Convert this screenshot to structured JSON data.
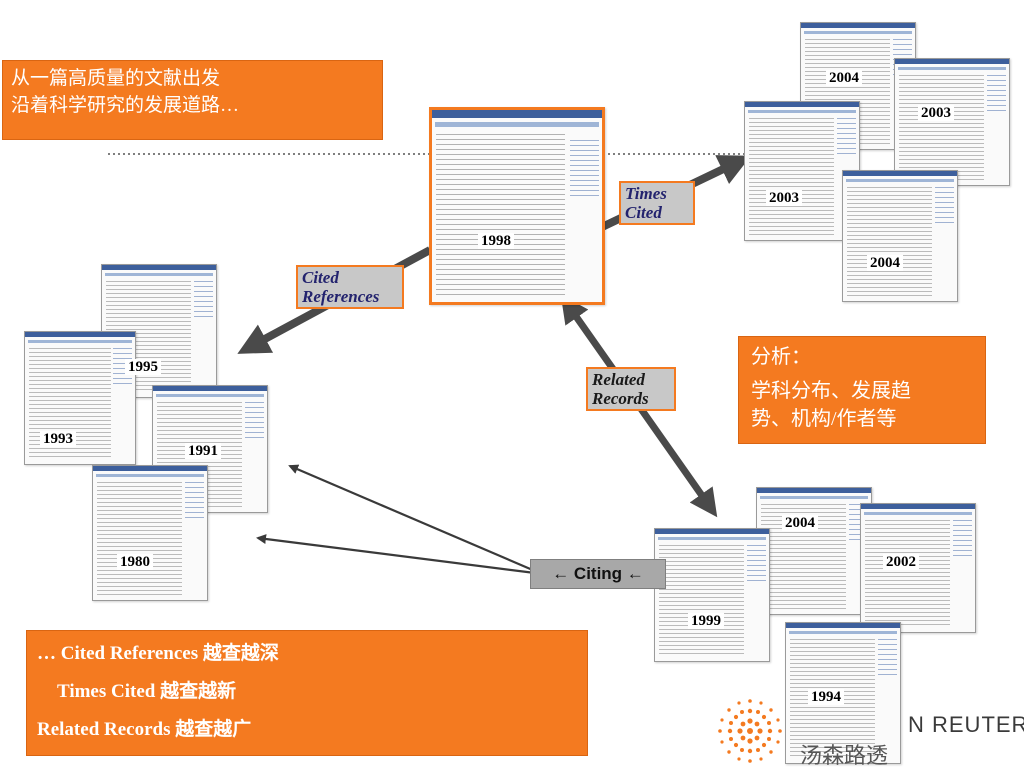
{
  "top_box": {
    "line1": "从一篇高质量的文献出发",
    "line2": "沿着科学研究的发展道路…"
  },
  "analysis_box": {
    "line1": "分析：",
    "line2": "学科分布、发展趋",
    "line3": "势、机构/作者等"
  },
  "bottom_box": {
    "line1": "… Cited References 越查越深",
    "line2": "Times Cited 越查越新",
    "line3": "Related Records 越查越广"
  },
  "tags": {
    "cited_references": {
      "line1": "Cited",
      "line2": "References"
    },
    "times_cited": {
      "line1": "Times",
      "line2": "Cited"
    },
    "related_records": {
      "line1": "Related",
      "line2": "Records"
    }
  },
  "citing_label": "← Citing ←",
  "years": {
    "center": "1998",
    "tc_top": "2004",
    "tc_right": "2003",
    "tc_left": "2003",
    "tc_bottom": "2004",
    "ref_1995": "1995",
    "ref_1993": "1993",
    "ref_1991": "1991",
    "ref_1980": "1980",
    "rel_2004": "2004",
    "rel_2002": "2002",
    "rel_1999": "1999",
    "rel_1994": "1994"
  },
  "brand": {
    "name_partial": "N REUTERS",
    "cn_partial": "汤森路透"
  },
  "colors": {
    "accent_orange": "#f47a20",
    "tag_gray": "#c8c8c8",
    "arrow_gray": "#4a4a4a"
  },
  "icons": {
    "logo": "dotted-sunburst-logo"
  }
}
